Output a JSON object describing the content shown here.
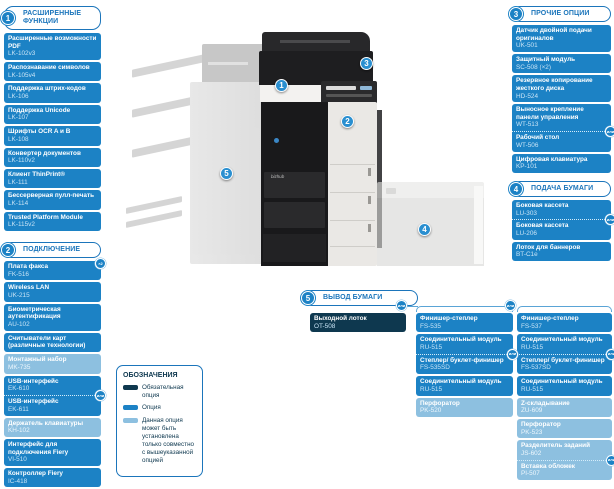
{
  "colors": {
    "standard": "#1c82c5",
    "dependent": "#8dc0e0",
    "mandatory": "#0e384f",
    "outline": "#1b75bb"
  },
  "badges": {
    "or": "или",
    "x2": "×2"
  },
  "sections": {
    "functions": {
      "number": "1",
      "title": "РАСШИРЕННЫЕ ФУНКЦИИ",
      "items": [
        {
          "title": "Расширенные возможности PDF",
          "model": "LK-102v3",
          "type": "standard"
        },
        {
          "title": "Распознавание символов",
          "model": "LK-105v4",
          "type": "standard"
        },
        {
          "title": "Поддержка штрих-кодов",
          "model": "LK-106",
          "type": "standard"
        },
        {
          "title": "Поддержка Unicode",
          "model": "LK-107",
          "type": "standard"
        },
        {
          "title": "Шрифты OCR A и B",
          "model": "LK-108",
          "type": "standard"
        },
        {
          "title": "Конвертер документов",
          "model": "LK-110v2",
          "type": "standard"
        },
        {
          "title": "Клиент ThinPrint®",
          "model": "LK-111",
          "type": "standard"
        },
        {
          "title": "Бессерверная пулл-печать",
          "model": "LK-114",
          "type": "standard"
        },
        {
          "title": "Trusted Platform Module",
          "model": "LK-115v2",
          "type": "standard"
        }
      ]
    },
    "connect": {
      "number": "2",
      "title": "ПОДКЛЮЧЕНИЕ",
      "items": [
        {
          "title": "Плата факса",
          "model": "FK-516",
          "type": "standard",
          "badge": "×2"
        },
        {
          "title": "Wireless LAN",
          "model": "UK-215",
          "type": "standard"
        },
        {
          "title": "Биометрическая аутентификация",
          "model": "AU-102",
          "type": "standard"
        },
        {
          "title": "Считыватели карт (различные технологии)",
          "type": "standard"
        },
        {
          "title": "Монтажный набор",
          "model": "MK-735",
          "type": "dependent"
        },
        {
          "title": "USB-интерфейс",
          "model": "EK-610",
          "type": "standard",
          "alt_with_next": true
        },
        {
          "title": "USB-интерфейс",
          "model": "EK-611",
          "type": "standard"
        },
        {
          "title": "Держатель клавиатуры",
          "model": "KH-102",
          "type": "dependent"
        },
        {
          "title": "Интерфейс для подключения Fiery",
          "model": "VI-510",
          "type": "standard"
        },
        {
          "title": "Контроллер Fiery",
          "model": "IC-418",
          "type": "standard"
        }
      ]
    },
    "other": {
      "number": "3",
      "title": "ПРОЧИЕ ОПЦИИ",
      "items": [
        {
          "title": "Датчик двойной подачи оригиналов",
          "model": "UK-501",
          "type": "standard"
        },
        {
          "title": "Защитный модуль",
          "model": "SC-508 (×2)",
          "type": "standard"
        },
        {
          "title": "Резервное копирование жесткого диска",
          "model": "HD-524",
          "type": "standard"
        },
        {
          "title": "Выносное крепление панели управления",
          "model": "WT-513",
          "type": "standard",
          "alt_with_next": true
        },
        {
          "title": "Рабочий стол",
          "model": "WT-506",
          "type": "standard"
        },
        {
          "title": "Цифровая клавиатура",
          "model": "KP-101",
          "type": "standard"
        }
      ]
    },
    "feed": {
      "number": "4",
      "title": "ПОДАЧА БУМАГИ",
      "items": [
        {
          "title": "Боковая кассета",
          "model": "LU-303",
          "type": "standard",
          "alt_with_next": true
        },
        {
          "title": "Боковая кассета",
          "model": "LU-206",
          "type": "standard"
        },
        {
          "title": "Лоток для баннеров",
          "model": "BT-C1e",
          "type": "standard"
        }
      ]
    },
    "output": {
      "number": "5",
      "title": "ВЫВОД БУМАГИ",
      "output_tray": {
        "title": "Выходной лоток",
        "model": "OT-508",
        "type": "mandatory"
      },
      "col_a": {
        "items": [
          {
            "title": "Финишер-степлер",
            "model": "FS-535",
            "type": "standard"
          },
          {
            "title": "Соединительный модуль",
            "model": "RU-515",
            "type": "standard",
            "alt_with_next": true
          },
          {
            "title": "Степлер/ буклет-финишер",
            "model": "FS-535SD",
            "type": "standard"
          },
          {
            "title": "Соединительный модуль",
            "model": "RU-515",
            "type": "standard"
          },
          {
            "title": "Перфоратор",
            "model": "PK-520",
            "type": "dependent"
          }
        ]
      },
      "col_b": {
        "items": [
          {
            "title": "Финишер-степлер",
            "model": "FS-537",
            "type": "standard"
          },
          {
            "title": "Соединительный модуль",
            "model": "RU-515",
            "type": "standard",
            "alt_with_next": true
          },
          {
            "title": "Степлер/ буклет-финишер",
            "model": "FS-537SD",
            "type": "standard"
          },
          {
            "title": "Соединительный модуль",
            "model": "RU-515",
            "type": "standard"
          },
          {
            "title": "Z-складывание",
            "model": "ZU-609",
            "type": "dependent"
          },
          {
            "title": "Перфоратор",
            "model": "PK-523",
            "type": "dependent"
          },
          {
            "title": "Разделитель заданий",
            "model": "JS-602",
            "type": "dependent",
            "alt_with_next": true
          },
          {
            "title": "Вставка обложек",
            "model": "PI-507",
            "type": "dependent"
          }
        ]
      }
    }
  },
  "legend": {
    "title": "ОБОЗНАЧЕНИЯ",
    "entries": [
      {
        "type": "mandatory",
        "label": "Обязательная опция"
      },
      {
        "type": "standard",
        "label": "Опция"
      },
      {
        "type": "dependent",
        "label": "Данная опция может быть установлена только совместно с вышеуказанной опцией"
      }
    ]
  },
  "printer": {
    "brand_label": "bizhub",
    "markers": [
      "1",
      "2",
      "3",
      "4",
      "5"
    ]
  }
}
